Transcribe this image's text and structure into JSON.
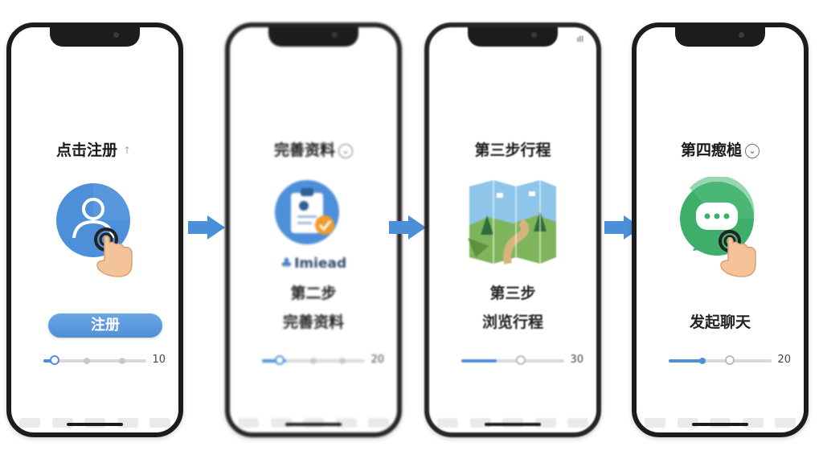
{
  "steps": [
    {
      "title": "点击注册",
      "title_hint": "↑",
      "button_label": "注册",
      "slider_value": "10",
      "progress": 0.12
    },
    {
      "title": "完善资料",
      "title_hint": "⌄",
      "brand_text": "Imiead",
      "caption_line1": "第二步",
      "caption_line2": "完善资料",
      "slider_value": "20",
      "progress": 0.2
    },
    {
      "title": "第三步行程",
      "caption_line1": "第三步",
      "caption_line2": "浏览行程",
      "slider_value": "30",
      "progress": 0.35
    },
    {
      "title": "第四瘛槌",
      "title_hint": "⌄",
      "caption_line1": "发起聊天",
      "slider_value": "20",
      "progress": 0.35
    }
  ],
  "colors": {
    "accent_blue": "#4d8fd8",
    "chat_green": "#3fae6a",
    "phone_frame": "#1c1c1e"
  },
  "icons": {
    "step1": "user-tap-icon",
    "step2": "clipboard-check-icon",
    "step3": "trail-map-icon",
    "step4": "chat-bubble-tap-icon",
    "arrows": "right-arrow-icon"
  }
}
